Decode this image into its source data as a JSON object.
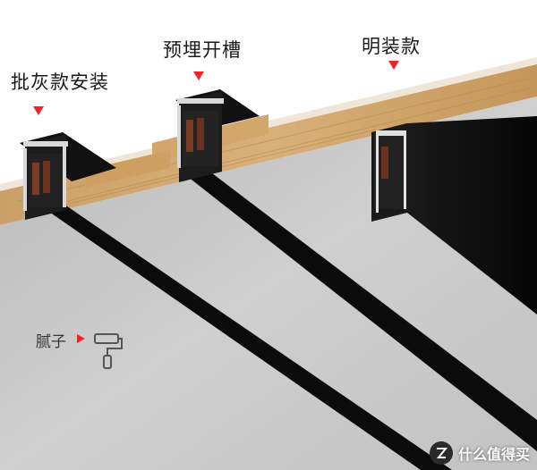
{
  "labels": {
    "batch_putty": "批灰款安装",
    "embedded_groove": "预埋开槽",
    "surface_mount": "明装款"
  },
  "putty": {
    "label": "腻子"
  },
  "watermark": {
    "text": "什么值得买",
    "icon": "zhi-logo-icon"
  },
  "colors": {
    "ceiling": "#c9c9c9",
    "wood": "#c89a5e",
    "track": "#0d0d0d",
    "marker": "#e8262b"
  }
}
